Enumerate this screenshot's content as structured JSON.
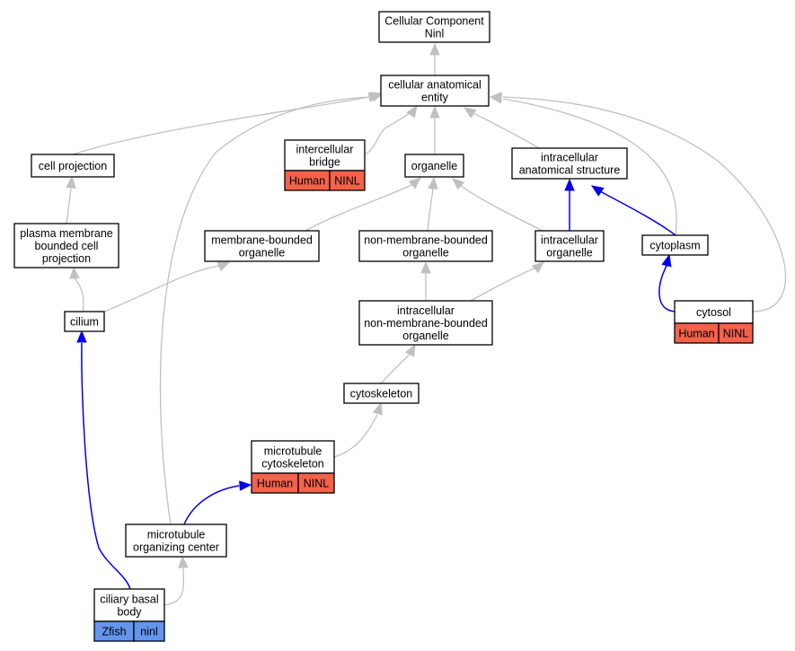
{
  "colors": {
    "human_tag": "#f4624a",
    "zfish_tag": "#6495ed",
    "gray_edge": "#c0c0c0",
    "blue_edge": "#0000ee"
  },
  "nodes": {
    "root": [
      "Cellular Component",
      "Ninl"
    ],
    "cellular_anatomical_entity": [
      "cellular anatomical",
      "entity"
    ],
    "cell_projection": [
      "cell projection"
    ],
    "intercellular_bridge": [
      "intercellular",
      "bridge"
    ],
    "organelle": [
      "organelle"
    ],
    "intracellular_anatomical_structure": [
      "intracellular",
      "anatomical structure"
    ],
    "plasma_membrane_bounded_cell_projection": [
      "plasma membrane",
      "bounded cell",
      "projection"
    ],
    "membrane_bounded_organelle": [
      "membrane-bounded",
      "organelle"
    ],
    "non_membrane_bounded_organelle": [
      "non-membrane-bounded",
      "organelle"
    ],
    "intracellular_organelle": [
      "intracellular",
      "organelle"
    ],
    "cytoplasm": [
      "cytoplasm"
    ],
    "cilium": [
      "cilium"
    ],
    "intracellular_non_membrane_bounded_organelle": [
      "intracellular",
      "non-membrane-bounded",
      "organelle"
    ],
    "cytosol": [
      "cytosol"
    ],
    "cytoskeleton": [
      "cytoskeleton"
    ],
    "microtubule_cytoskeleton": [
      "microtubule",
      "cytoskeleton"
    ],
    "microtubule_organizing_center": [
      "microtubule",
      "organizing center"
    ],
    "ciliary_basal_body": [
      "ciliary basal",
      "body"
    ]
  },
  "annotations": {
    "intercellular_bridge": [
      {
        "species": "Human",
        "gene": "NINL"
      }
    ],
    "cytosol": [
      {
        "species": "Human",
        "gene": "NINL"
      }
    ],
    "microtubule_cytoskeleton": [
      {
        "species": "Human",
        "gene": "NINL"
      }
    ],
    "ciliary_basal_body": [
      {
        "species": "Zfish",
        "gene": "ninl"
      }
    ]
  }
}
